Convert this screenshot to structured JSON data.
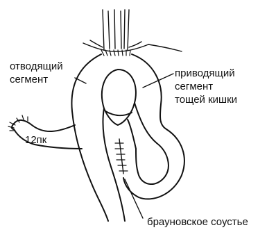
{
  "labels": {
    "efferent_line1": "отводящий",
    "efferent_line2": "сегмент",
    "afferent_line1": "приводящий",
    "afferent_line2": "сегмент",
    "afferent_line3": "тощей кишки",
    "duodenum": "12пк",
    "anastomosis": "брауновское соустье"
  },
  "icons": {
    "stomach_stump": "stomach-stump-icon",
    "suture": "suture-icon"
  }
}
